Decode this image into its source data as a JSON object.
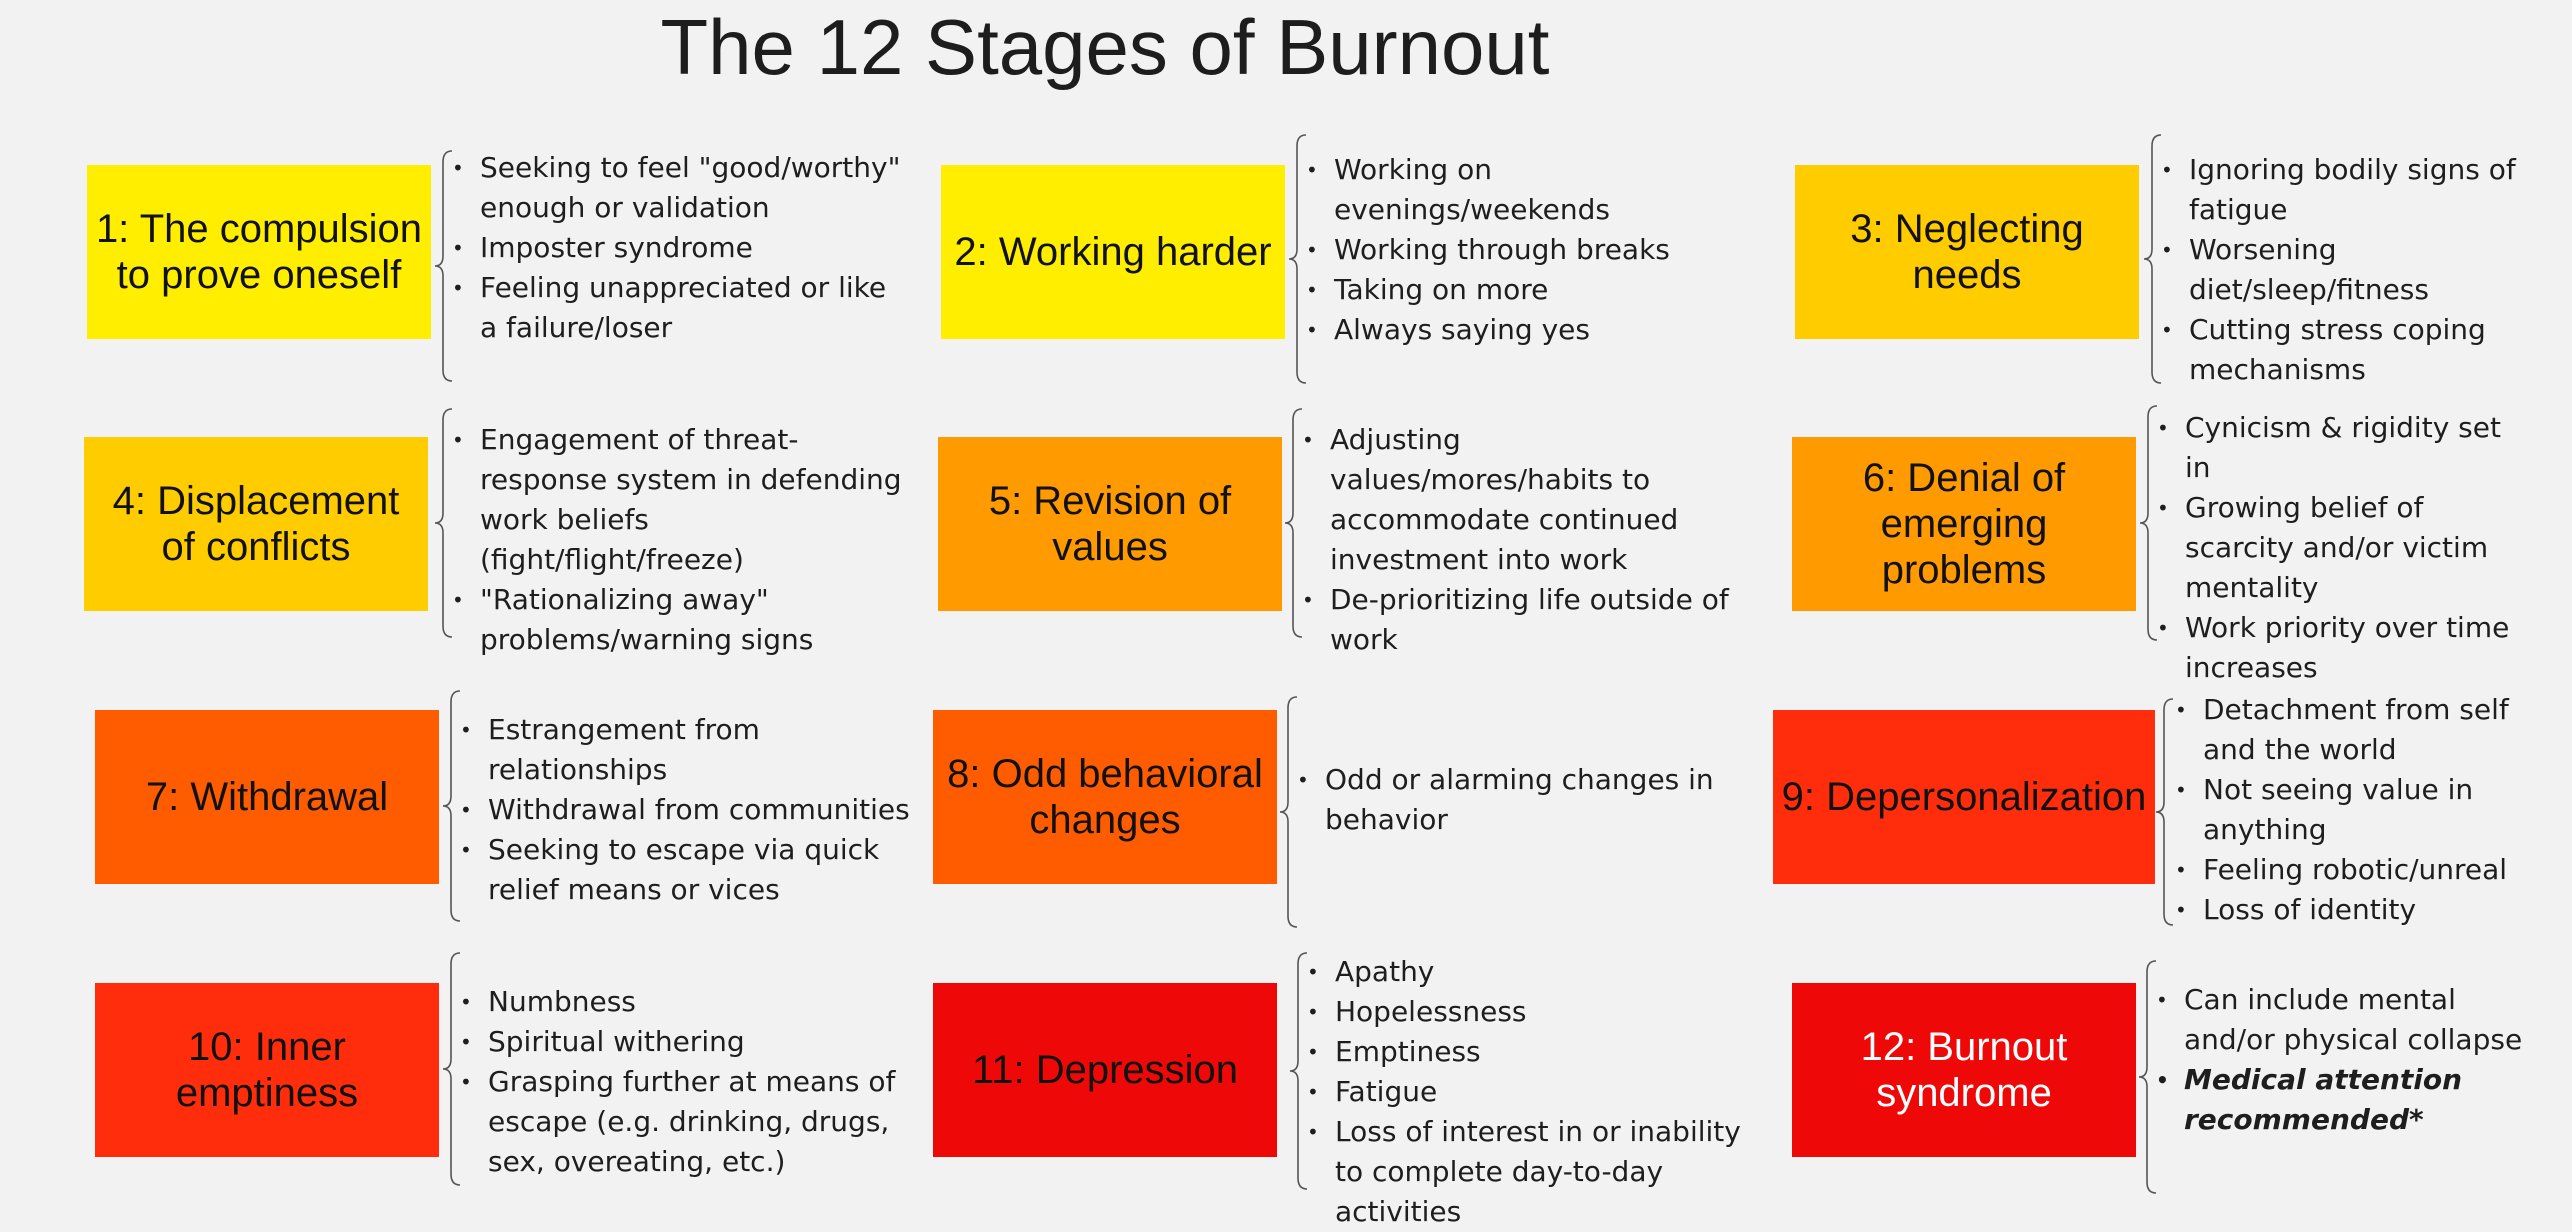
{
  "title": "The 12 Stages of Burnout",
  "colors": {
    "yellow": "#ffee00",
    "gold": "#ffcc00",
    "amber": "#ff9a00",
    "orange": "#ff5c00",
    "redorange": "#ff2d0c",
    "red": "#ee0808"
  },
  "stages": [
    {
      "label": "1: The compulsion to prove oneself",
      "color": "#ffee00",
      "text_color": "#111111",
      "bullets": [
        {
          "text": "Seeking to feel \"good/worthy\" enough or validation"
        },
        {
          "text": "Imposter syndrome"
        },
        {
          "text": "Feeling unappreciated or like a failure/loser"
        }
      ]
    },
    {
      "label": "2: Working harder",
      "color": "#ffee00",
      "text_color": "#111111",
      "bullets": [
        {
          "text": "Working on evenings/weekends"
        },
        {
          "text": "Working through breaks"
        },
        {
          "text": "Taking on more"
        },
        {
          "text": "Always saying yes"
        }
      ]
    },
    {
      "label": "3: Neglecting needs",
      "color": "#ffcc00",
      "text_color": "#111111",
      "bullets": [
        {
          "text": "Ignoring bodily signs of fatigue"
        },
        {
          "text": "Worsening diet/sleep/fitness"
        },
        {
          "text": "Cutting stress coping mechanisms"
        }
      ]
    },
    {
      "label": "4: Displacement of conflicts",
      "color": "#ffcc00",
      "text_color": "#111111",
      "bullets": [
        {
          "text": "Engagement of threat-response system in defending work beliefs (fight/flight/freeze)"
        },
        {
          "text": "\"Rationalizing away\" problems/warning signs"
        }
      ]
    },
    {
      "label": "5: Revision of values",
      "color": "#ff9a00",
      "text_color": "#111111",
      "bullets": [
        {
          "text": "Adjusting values/mores/habits to accommodate continued investment into work"
        },
        {
          "text": "De-prioritizing life outside of work"
        }
      ]
    },
    {
      "label": "6: Denial of emerging problems",
      "color": "#ff9a00",
      "text_color": "#111111",
      "bullets": [
        {
          "text": "Cynicism & rigidity set in"
        },
        {
          "text": "Growing belief of scarcity and/or victim mentality"
        },
        {
          "text": "Work priority over time increases"
        }
      ]
    },
    {
      "label": "7: Withdrawal",
      "color": "#ff5c00",
      "text_color": "#111111",
      "bullets": [
        {
          "text": "Estrangement from relationships"
        },
        {
          "text": "Withdrawal from communities"
        },
        {
          "text": "Seeking to escape via quick relief means or vices"
        }
      ]
    },
    {
      "label": "8: Odd behavioral changes",
      "color": "#ff5c00",
      "text_color": "#111111",
      "bullets": [
        {
          "text": "Odd or alarming changes in behavior"
        }
      ]
    },
    {
      "label": "9: Depersonalization",
      "color": "#ff2d0c",
      "text_color": "#111111",
      "bullets": [
        {
          "text": "Detachment from self and the world"
        },
        {
          "text": "Not seeing value in anything"
        },
        {
          "text": "Feeling robotic/unreal"
        },
        {
          "text": "Loss of identity"
        }
      ]
    },
    {
      "label": "10: Inner emptiness",
      "color": "#ff2d0c",
      "text_color": "#111111",
      "bullets": [
        {
          "text": "Numbness"
        },
        {
          "text": "Spiritual withering"
        },
        {
          "text": "Grasping further at means of escape (e.g. drinking, drugs, sex, overeating, etc.)"
        }
      ]
    },
    {
      "label": "11: Depression",
      "color": "#ee0808",
      "text_color": "#111111",
      "bullets": [
        {
          "text": "Apathy"
        },
        {
          "text": "Hopelessness"
        },
        {
          "text": "Emptiness"
        },
        {
          "text": "Fatigue"
        },
        {
          "text": "Loss of interest in or inability to complete day-to-day activities"
        }
      ]
    },
    {
      "label": "12: Burnout syndrome",
      "color": "#ee0808",
      "text_color": "#ffffff",
      "bullets": [
        {
          "text": "Can include mental and/or physical collapse"
        },
        {
          "text": "Medical attention recommended*",
          "strong": true
        }
      ]
    }
  ]
}
